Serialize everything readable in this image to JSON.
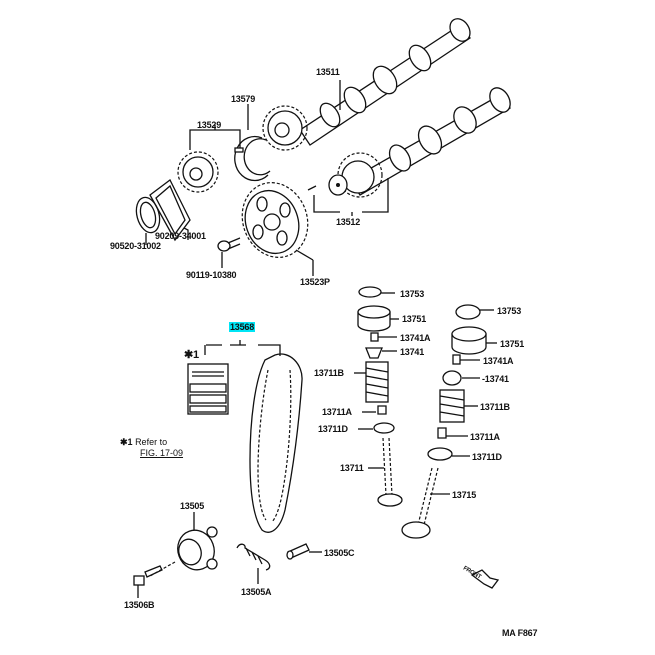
{
  "diagram": {
    "figure_code": "MA F867",
    "highlighted_part": "13568",
    "highlight_color": "#00e5f5",
    "note": {
      "marker": "✱1",
      "line1": "Refer to",
      "line2": "FIG. 17-09"
    },
    "kit_marker": "✱1",
    "front_arrow_label": "FRONT",
    "parts": {
      "p13511": "13511",
      "p13579": "13579",
      "p13529": "13529",
      "p90209": "90209-34001",
      "p90520": "90520-31002",
      "p90119": "90119-10380",
      "p13512": "13512",
      "p13523": "13523P",
      "p13753a": "13753",
      "p13751a": "13751",
      "p13741Aa": "13741A",
      "p13741a": "13741",
      "p13711Ba": "13711B",
      "p13711Aa": "13711A",
      "p13711Da": "13711D",
      "p13711": "13711",
      "p13753b": "13753",
      "p13751b": "13751",
      "p13741Ab": "13741A",
      "p13741b": "-13741",
      "p13711Bb": "13711B",
      "p13711Ab": "13711A",
      "p13711Db": "13711D",
      "p13715": "13715",
      "p13568": "13568",
      "p13505": "13505",
      "p13505C": "13505C",
      "p13505A": "13505A",
      "p13506B": "13506B"
    }
  }
}
